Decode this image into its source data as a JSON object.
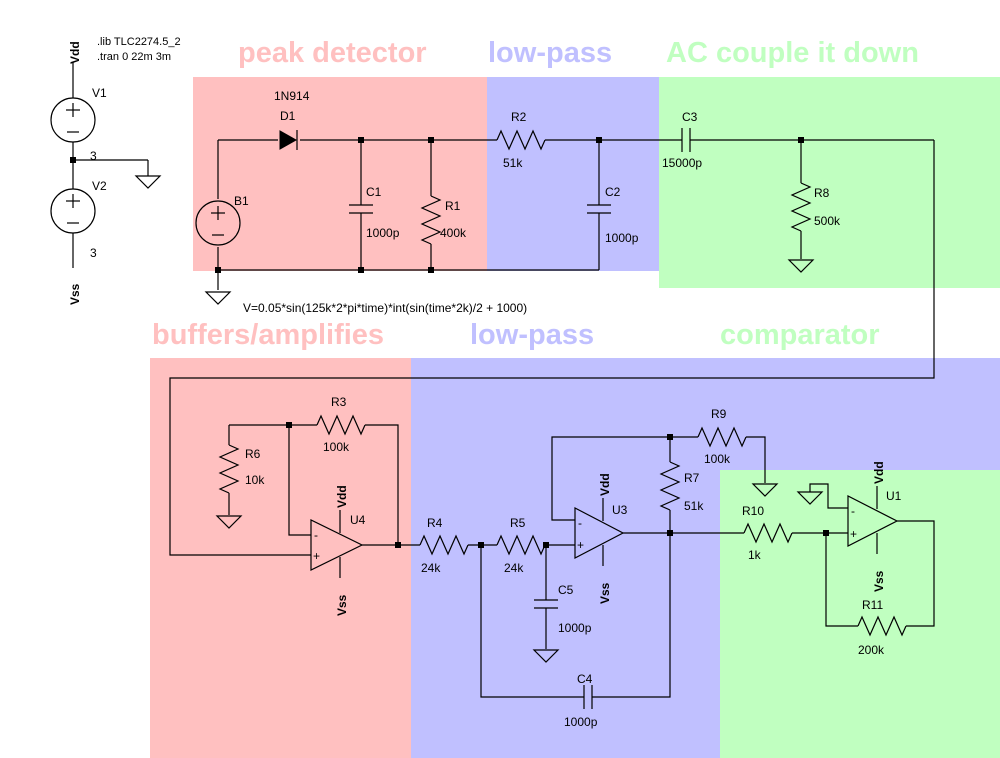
{
  "directives": {
    "lib": ".lib TLC2274.5_2",
    "tran": ".tran 0 22m 3m"
  },
  "sections": [
    {
      "label": "peak detector",
      "color": "#ffc0c0"
    },
    {
      "label": "low-pass",
      "color": "#c0c0ff"
    },
    {
      "label": "AC couple it down",
      "color": "#c0ffc0"
    },
    {
      "label": "buffers/amplifies",
      "color": "#ffc0c0"
    },
    {
      "label": "low-pass",
      "color": "#c0c0ff"
    },
    {
      "label": "comparator",
      "color": "#c0ffc0"
    }
  ],
  "rails": {
    "vdd": "Vdd",
    "vss": "Vss"
  },
  "supplies": {
    "v1": "V1",
    "v2": "V2",
    "v1_value": "3",
    "v2_value": "3"
  },
  "source_b1": {
    "name": "B1",
    "expr": "V=0.05*sin(125k*2*pi*time)*int(sin(time*2k)/2 + 1000)"
  },
  "components": {
    "d1": {
      "name": "D1",
      "value": "1N914"
    },
    "c1": {
      "name": "C1",
      "value": "1000p"
    },
    "r1": {
      "name": "R1",
      "value": "400k"
    },
    "r2": {
      "name": "R2",
      "value": "51k"
    },
    "c2": {
      "name": "C2",
      "value": "1000p"
    },
    "c3": {
      "name": "C3",
      "value": "15000p"
    },
    "r8": {
      "name": "R8",
      "value": "500k"
    },
    "r3": {
      "name": "R3",
      "value": "100k"
    },
    "r6": {
      "name": "R6",
      "value": "10k"
    },
    "u4": {
      "name": "U4"
    },
    "r4": {
      "name": "R4",
      "value": "24k"
    },
    "r5": {
      "name": "R5",
      "value": "24k"
    },
    "c5": {
      "name": "C5",
      "value": "1000p"
    },
    "c4": {
      "name": "C4",
      "value": "1000p"
    },
    "u3": {
      "name": "U3"
    },
    "r9": {
      "name": "R9",
      "value": "100k"
    },
    "r7": {
      "name": "R7",
      "value": "51k"
    },
    "r10": {
      "name": "R10",
      "value": "1k"
    },
    "u1": {
      "name": "U1"
    },
    "r11": {
      "name": "R11",
      "value": "200k"
    }
  }
}
